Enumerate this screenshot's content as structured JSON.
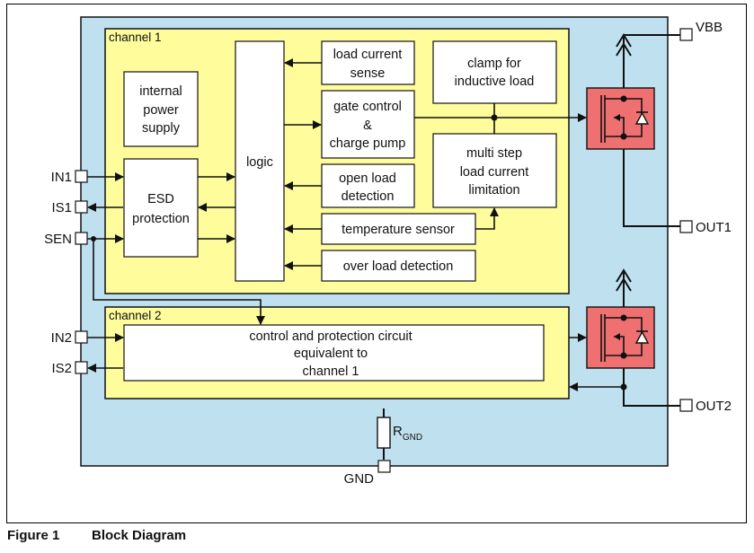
{
  "colors": {
    "package_fill": "#bfe0ef",
    "channel_fill": "#fffc9c",
    "mosfet_fill": "#ee7070",
    "block_fill": "#ffffff",
    "line": "#111111"
  },
  "channel1": {
    "label": "channel 1",
    "blocks": {
      "internal_power_supply": [
        "internal",
        "power",
        "supply"
      ],
      "esd_protection": [
        "ESD",
        "protection"
      ],
      "logic": [
        "logic"
      ],
      "load_current_sense": [
        "load current",
        "sense"
      ],
      "gate_control": [
        "gate control",
        "&",
        "charge pump"
      ],
      "open_load_detection": [
        "open load",
        "detection"
      ],
      "temperature_sensor": [
        "temperature sensor"
      ],
      "over_load_detection": [
        "over load detection"
      ],
      "clamp": [
        "clamp for",
        "inductive load"
      ],
      "current_limitation": [
        "multi step",
        "load current",
        "limitation"
      ]
    }
  },
  "channel2": {
    "label": "channel 2",
    "block": [
      "control and protection circuit",
      "equivalent to",
      "channel 1"
    ]
  },
  "pins": {
    "in1": "IN1",
    "is1": "IS1",
    "sen": "SEN",
    "in2": "IN2",
    "is2": "IS2",
    "vbb": "VBB",
    "out1": "OUT1",
    "out2": "OUT2",
    "gnd": "GND"
  },
  "resistor": {
    "label": "R",
    "subscript": "GND"
  },
  "caption": {
    "number": "Figure 1",
    "title": "Block Diagram"
  }
}
